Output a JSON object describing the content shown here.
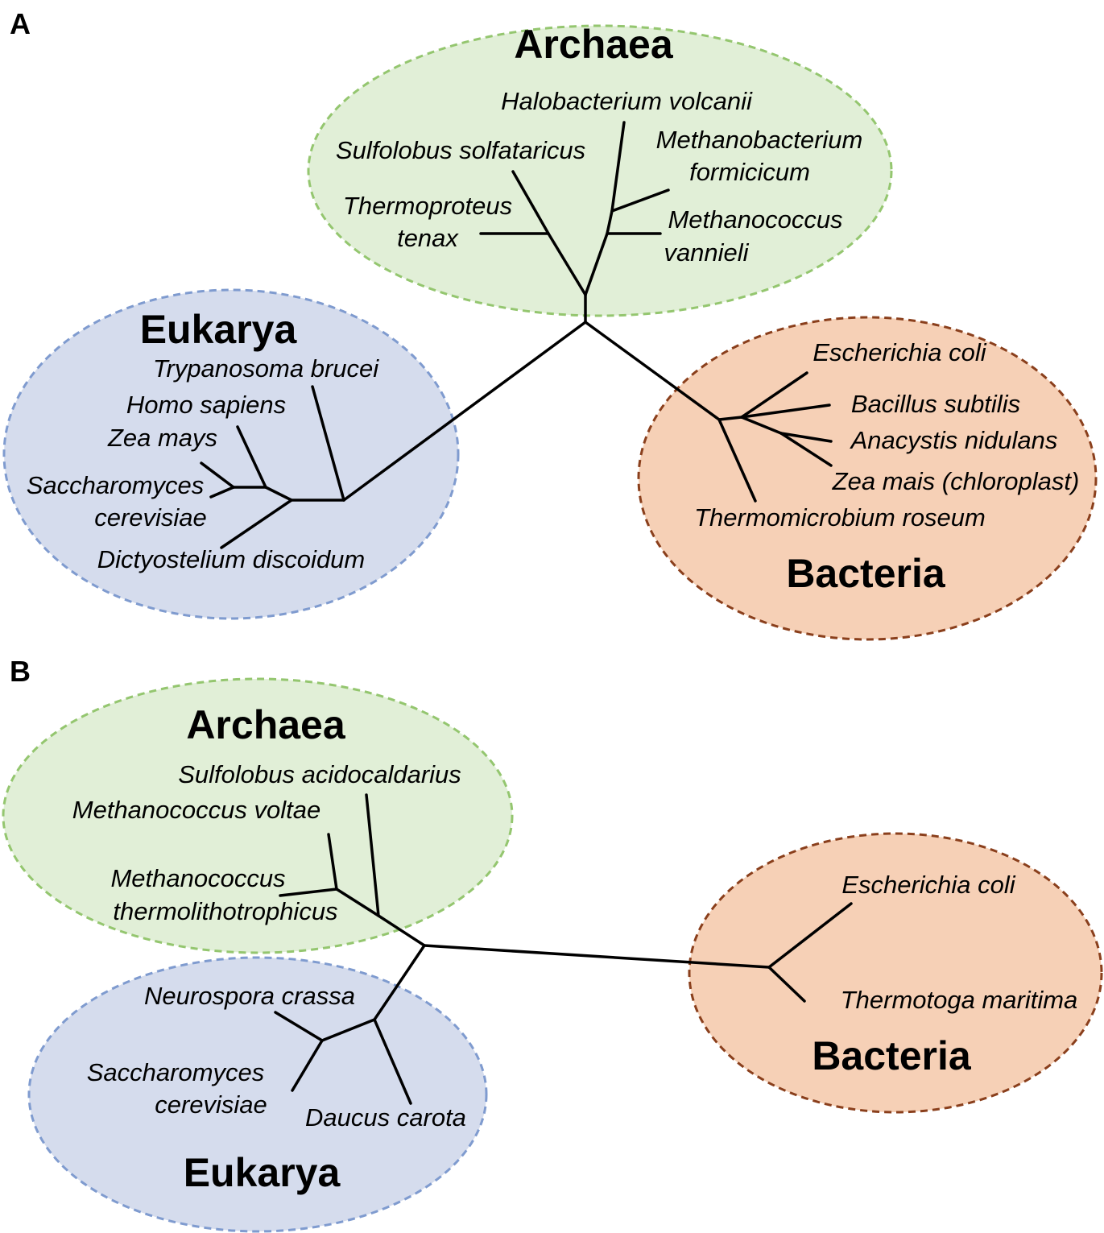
{
  "colors": {
    "archaea_fill": "#e1efd7",
    "archaea_stroke": "#94c66f",
    "eukarya_fill": "#d5dced",
    "eukarya_stroke": "#7f9bcf",
    "bacteria_fill": "#f6d0b6",
    "bacteria_stroke": "#8a3f1c"
  },
  "panels": [
    {
      "label": "A",
      "domains": {
        "archaea": "Archaea",
        "eukarya": "Eukarya",
        "bacteria": "Bacteria"
      },
      "species": {
        "halobacterium": "Halobacterium volcanii",
        "sulfolobus": "Sulfolobus solfataricus",
        "methanobacterium_1": "Methanobacterium",
        "methanobacterium_2": "formicicum",
        "thermoproteus_1": "Thermoproteus",
        "thermoproteus_2": "tenax",
        "methanococcus_1": "Methanococcus",
        "methanococcus_2": "vannieli",
        "trypanosoma": "Trypanosoma brucei",
        "homo": "Homo sapiens",
        "zea": "Zea mays",
        "saccharomyces_1": "Saccharomyces",
        "saccharomyces_2": "cerevisiae",
        "dictyostelium": "Dictyostelium discoidum",
        "escherichia": "Escherichia coli",
        "bacillus": "Bacillus subtilis",
        "anacystis": "Anacystis nidulans",
        "zea_mais": "Zea mais (chloroplast)",
        "thermomicrobium": "Thermomicrobium roseum"
      }
    },
    {
      "label": "B",
      "domains": {
        "archaea": "Archaea",
        "eukarya": "Eukarya",
        "bacteria": "Bacteria"
      },
      "species": {
        "sulfolobus": "Sulfolobus acidocaldarius",
        "methanococcus_voltae": "Methanococcus voltae",
        "methanococcus_t_1": "Methanococcus",
        "methanococcus_t_2": "thermolithotrophicus",
        "neurospora": "Neurospora crassa",
        "saccharomyces_1": "Saccharomyces",
        "saccharomyces_2": "cerevisiae",
        "daucus": "Daucus carota",
        "escherichia": "Escherichia coli",
        "thermotoga": "Thermotoga maritima"
      }
    }
  ]
}
